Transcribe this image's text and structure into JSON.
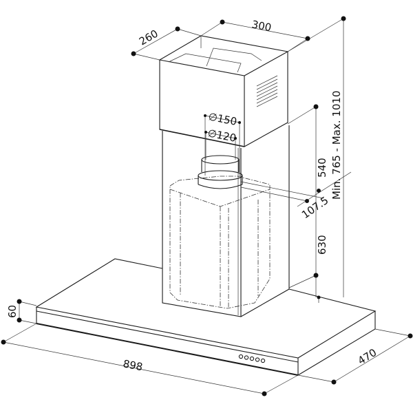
{
  "title": "Chimney cooker hood dimension drawing",
  "dimensions": {
    "chimney_depth": "260",
    "chimney_width": "300",
    "outlet_diameter_large": "∅150",
    "outlet_diameter_small": "∅120",
    "upper_chimney_height": "540",
    "outlet_offset": "107.5",
    "total_height": "Min. 765 - Max. 1010",
    "lower_chimney_height": "630",
    "canopy_height": "60",
    "canopy_width": "898",
    "canopy_depth": "470"
  },
  "colors": {
    "line": "#1a1a1a",
    "background": "#ffffff"
  }
}
